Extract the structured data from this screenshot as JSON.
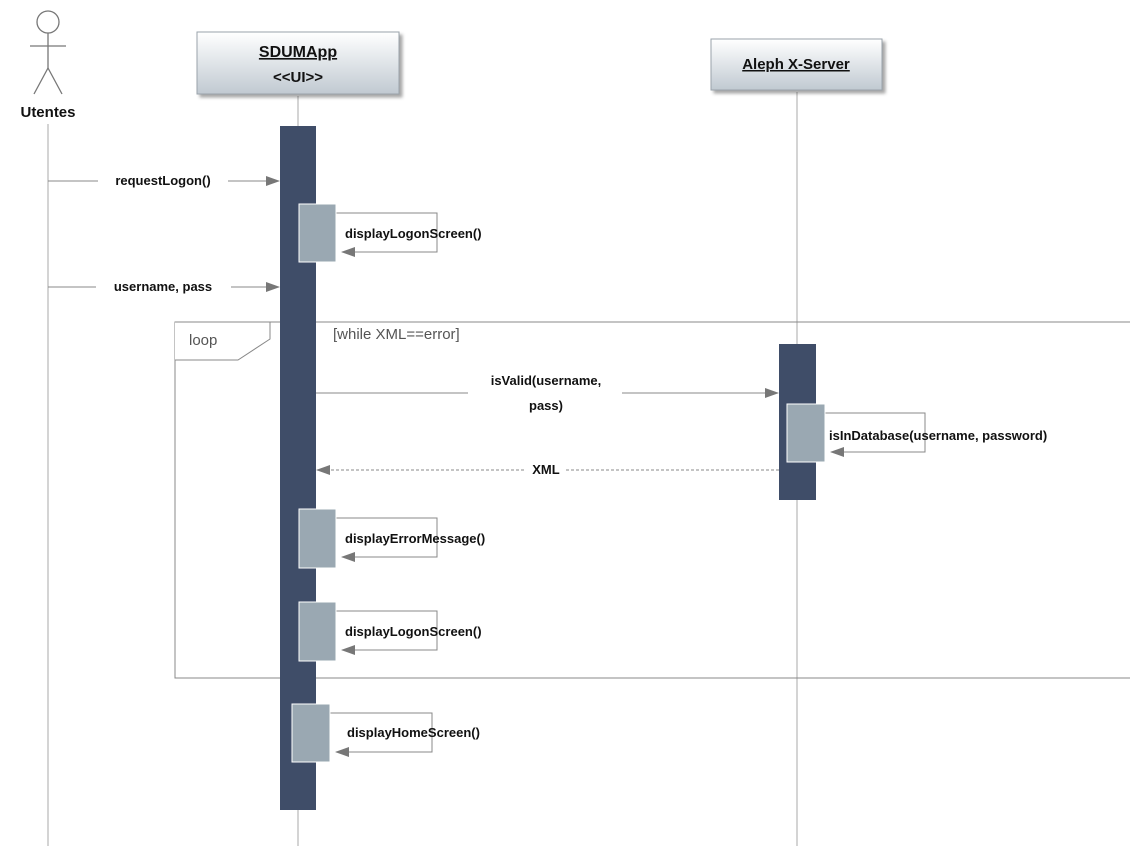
{
  "actor": {
    "name": "Utentes"
  },
  "participants": [
    {
      "name": "SDUMApp",
      "stereotype": "<<UI>>"
    },
    {
      "name": "Aleph X-Server"
    }
  ],
  "fragment": {
    "kind": "loop",
    "guard": "[while XML==error]"
  },
  "messages": [
    {
      "label": "requestLogon()"
    },
    {
      "label": "displayLogonScreen()"
    },
    {
      "label": "username, pass"
    },
    {
      "label_line1": "isValid(username,",
      "label_line2": "pass)"
    },
    {
      "label": "isInDatabase(username, password)"
    },
    {
      "label": "XML"
    },
    {
      "label": "displayErrorMessage()"
    },
    {
      "label": "displayLogonScreen()"
    },
    {
      "label": "displayHomeScreen()"
    }
  ],
  "colors": {
    "activation": "#3f4d68",
    "nested_activation": "#9aa8b2",
    "header_top": "#ffffff",
    "header_bottom": "#c3ccd3",
    "line": "#888888"
  }
}
